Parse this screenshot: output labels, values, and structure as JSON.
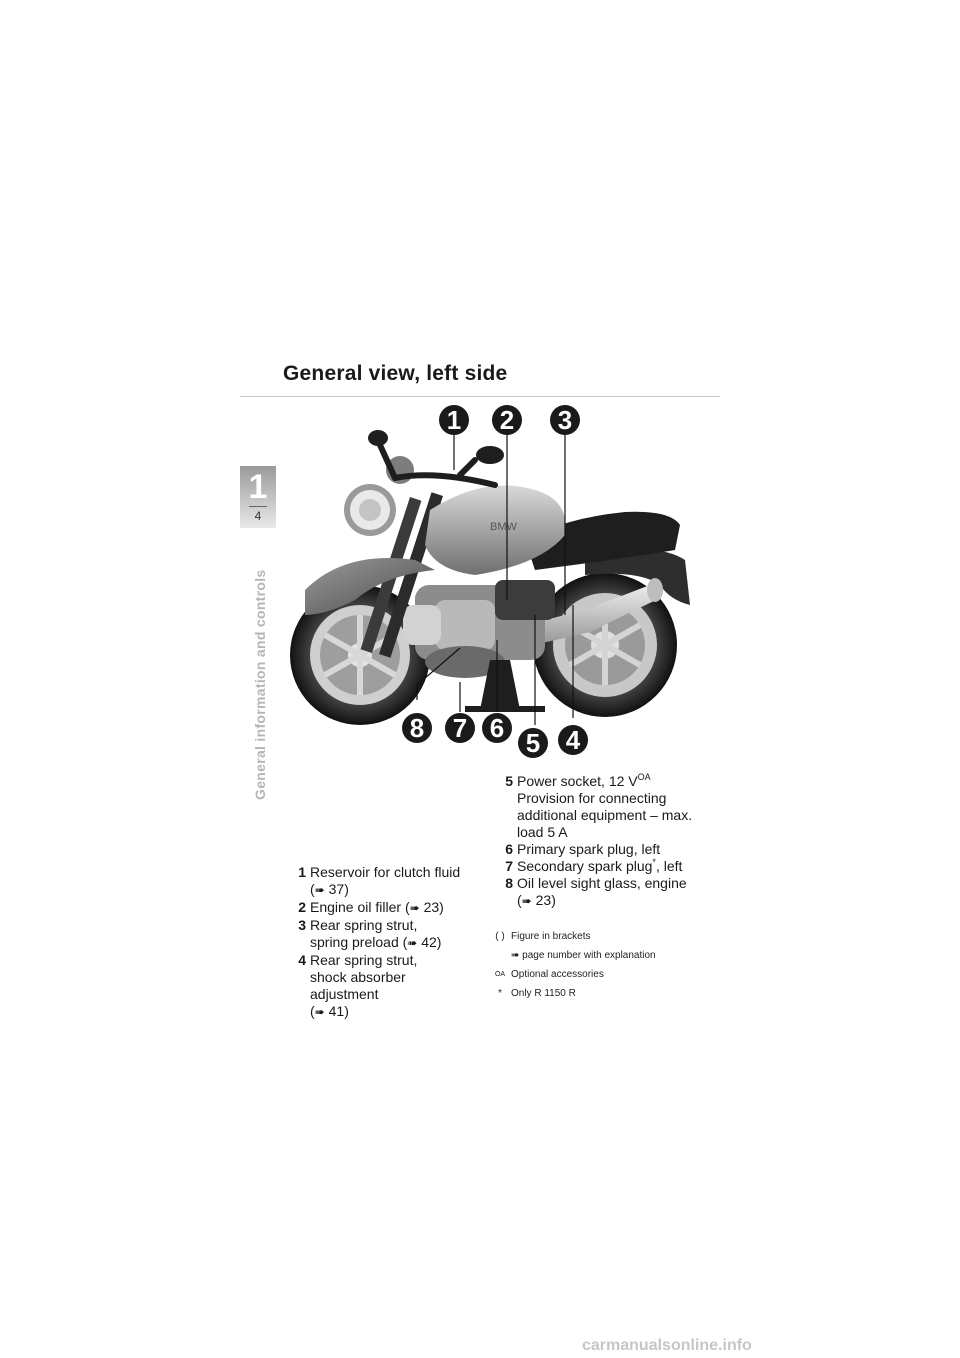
{
  "page": {
    "title": "General view, left side",
    "chapter_number": "1",
    "page_number": "4",
    "side_label": "General information and controls"
  },
  "figure": {
    "callouts": [
      "1",
      "2",
      "3",
      "4",
      "5",
      "6",
      "7",
      "8"
    ],
    "brand_mark": "BMW"
  },
  "legend": {
    "items": [
      {
        "num": "1",
        "lines": [
          "Reservoir for clutch fluid",
          "37)"
        ]
      },
      {
        "num": "2",
        "text": "Engine oil filler (",
        "ref": "23)"
      },
      {
        "num": "3",
        "lines": [
          "Rear spring strut,",
          "spring preload ("
        ],
        "ref": "42)"
      },
      {
        "num": "4",
        "lines": [
          "Rear spring strut,",
          "shock absorber adjustment",
          "41)"
        ]
      },
      {
        "num": "5",
        "text": "Power socket, 12 V",
        "sup": "OA",
        "lines": [
          "Provision for connecting",
          "additional equipment – max.",
          "load 5 A"
        ]
      },
      {
        "num": "6",
        "text": "Primary spark plug, left"
      },
      {
        "num": "7",
        "text": "Secondary spark plug",
        "star": "*",
        "suffix": ", left"
      },
      {
        "num": "8",
        "lines": [
          "Oil level sight glass, engine",
          "23)"
        ]
      }
    ]
  },
  "notes": {
    "brackets_symbol": "( )",
    "brackets": "Figure in brackets",
    "arrow": "page number with explanation",
    "oa_symbol": "OA",
    "oa": "Optional accessories",
    "star_symbol": "*",
    "star": "Only R 1150 R"
  },
  "watermark": "carmanualsonline.info"
}
